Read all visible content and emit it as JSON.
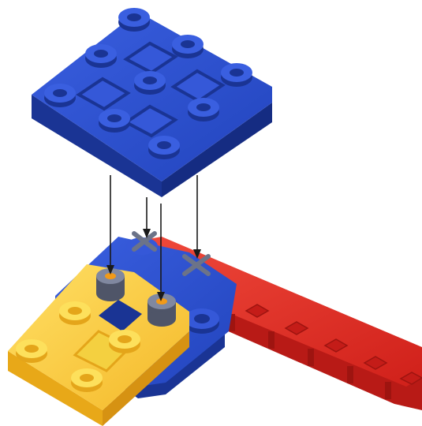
{
  "figure": {
    "kind": "assembly-instruction",
    "colors": {
      "blue": "#2446c4",
      "blue_dark": "#1a3494",
      "blue_light": "#3558d8",
      "yellow": "#f6c42a",
      "yellow_dark": "#e4a51a",
      "yellow_light": "#fde05c",
      "red": "#e0241e",
      "red_dark": "#b81a16",
      "red_light": "#f2463a",
      "peg_gray": "#6c7388",
      "arrow": "#1a1a1a"
    },
    "parts": [
      {
        "name": "blue-top-plate",
        "color": "blue"
      },
      {
        "name": "yellow-base-plate",
        "color": "yellow"
      },
      {
        "name": "blue-lower-plate",
        "color": "blue"
      },
      {
        "name": "red-rail",
        "color": "red"
      }
    ],
    "arrow_count": 4,
    "peg_count": 2,
    "x_mark_count": 2
  }
}
